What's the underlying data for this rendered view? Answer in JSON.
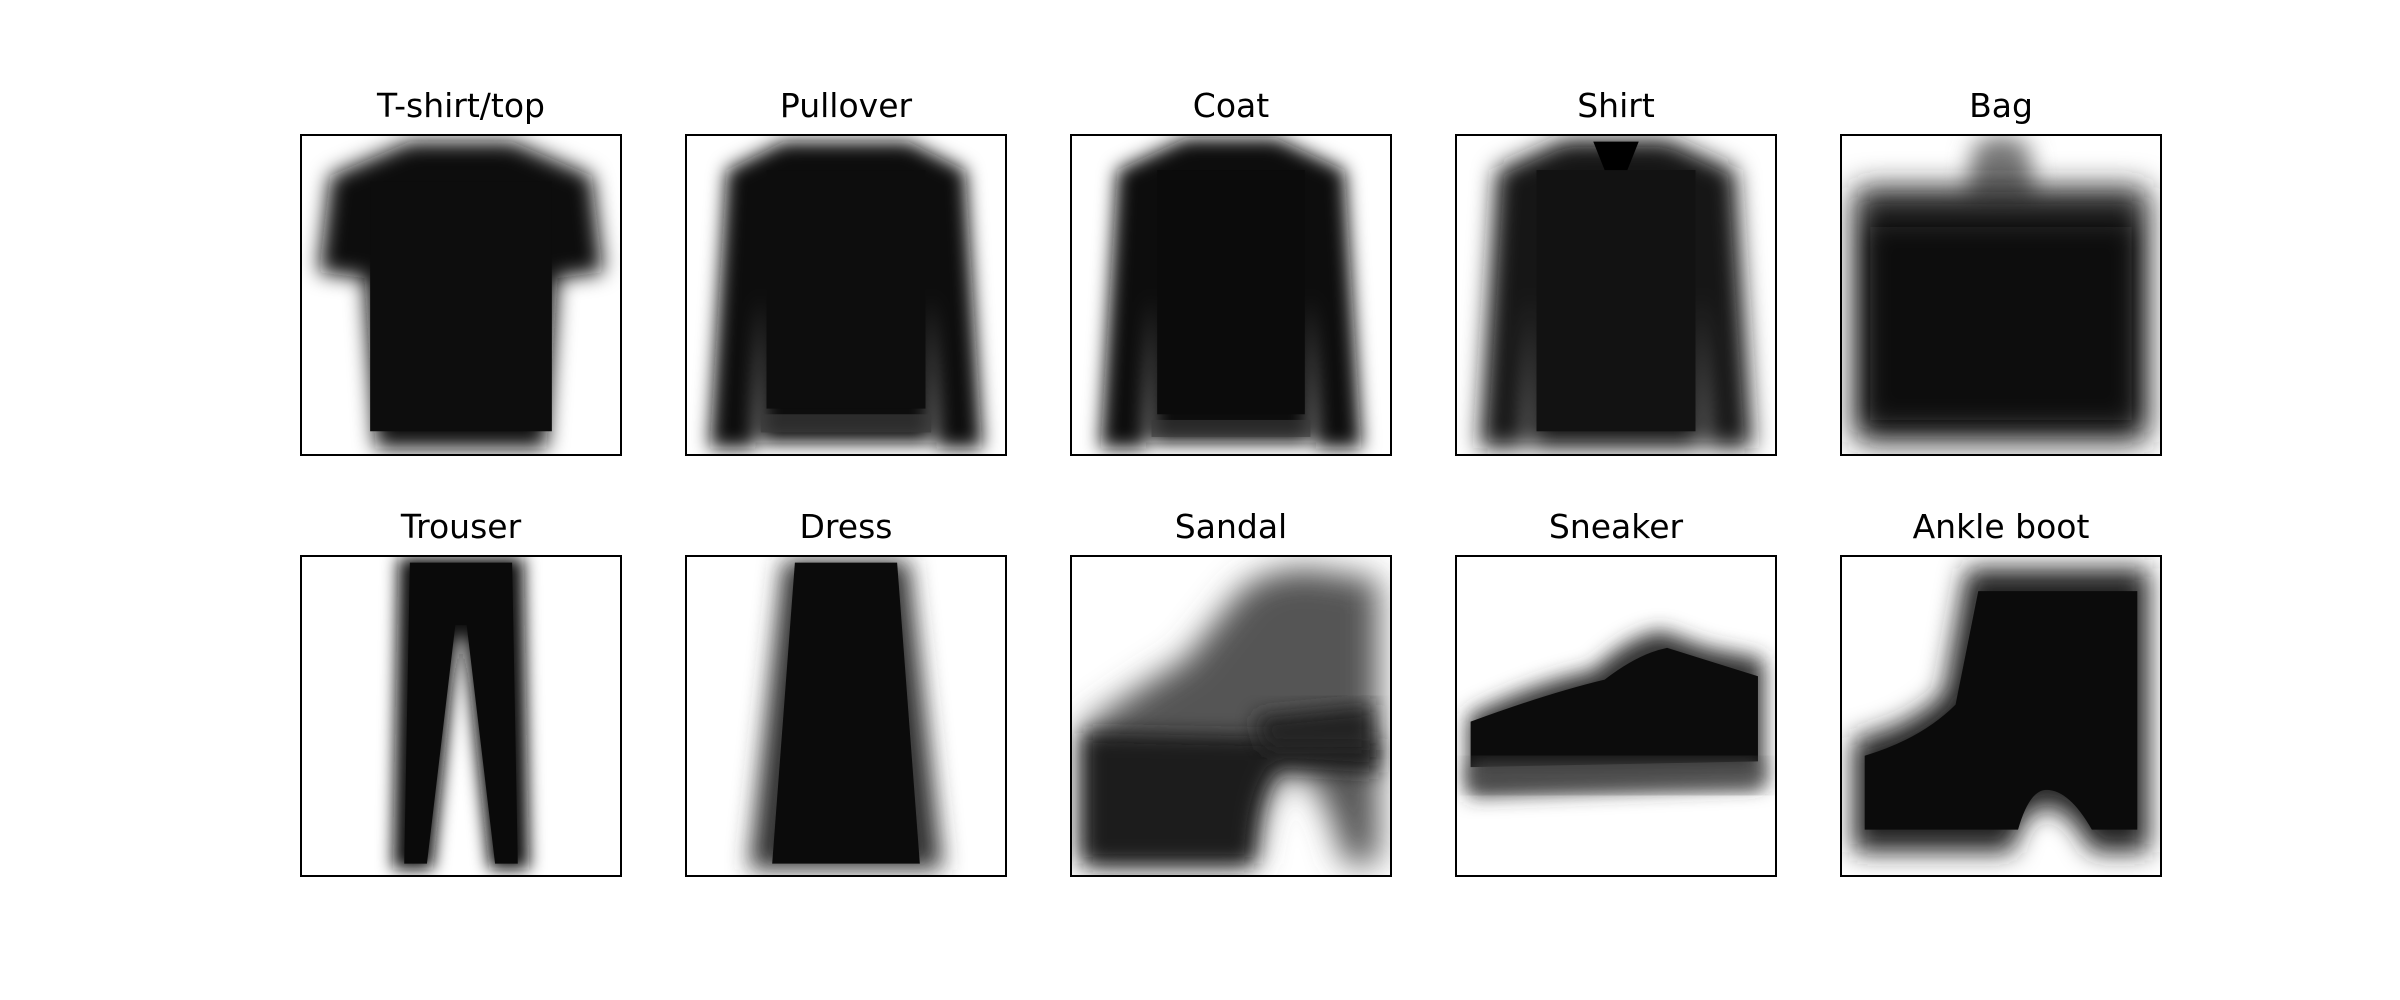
{
  "figure": {
    "panels": [
      {
        "label": "T-shirt/top",
        "icon": "tshirt-icon"
      },
      {
        "label": "Pullover",
        "icon": "pullover-icon"
      },
      {
        "label": "Coat",
        "icon": "coat-icon"
      },
      {
        "label": "Shirt",
        "icon": "shirt-icon"
      },
      {
        "label": "Bag",
        "icon": "bag-icon"
      },
      {
        "label": "Trouser",
        "icon": "trouser-icon"
      },
      {
        "label": "Dress",
        "icon": "dress-icon"
      },
      {
        "label": "Sandal",
        "icon": "sandal-icon"
      },
      {
        "label": "Sneaker",
        "icon": "sneaker-icon"
      },
      {
        "label": "Ankle boot",
        "icon": "ankle-boot-icon"
      }
    ]
  }
}
